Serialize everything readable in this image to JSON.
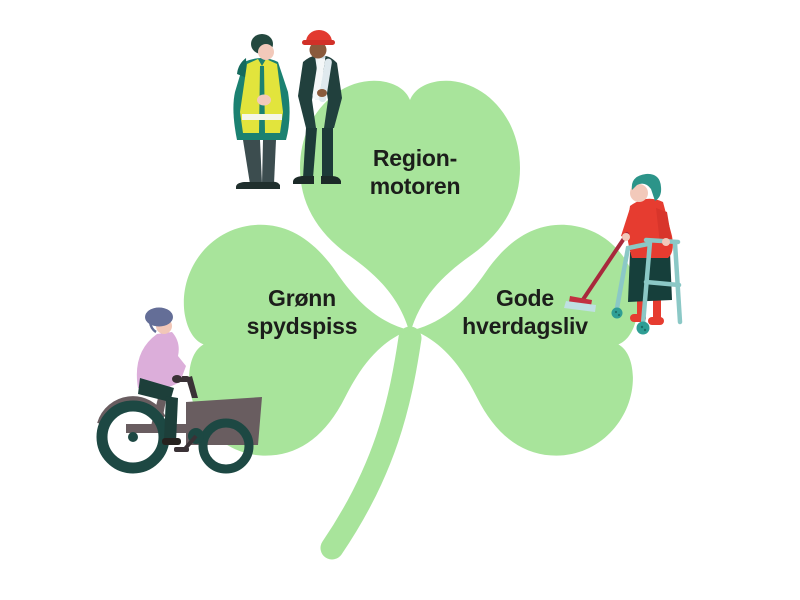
{
  "diagram": {
    "title_hint": "three-leaf clover strategy diagram",
    "background_color": "#ffffff",
    "clover_color": "#a8e49b",
    "text_color": "#1c1e1b",
    "labels": {
      "top": {
        "line1": "Region-",
        "line2": "motoren"
      },
      "left": {
        "line1": "Grønn",
        "line2": "spydspiss"
      },
      "right": {
        "line1": "Gode",
        "line2": "hverdagsliv"
      }
    },
    "illustrations": {
      "workers": {
        "name": "construction-workers-illustration",
        "colors": {
          "jacket": "#1b8171",
          "vest": "#e2e43c",
          "vest_stripe": "#f5f6e8",
          "hardhat": "#e23a30",
          "suit": "#21403d",
          "blueprint_roll": "#f4f7f8",
          "tie": "#9fd6cf",
          "skin_light": "#f2c9ba",
          "skin_dark": "#8a5a3c"
        }
      },
      "cyclist": {
        "name": "cargo-bike-rider-illustration",
        "colors": {
          "sweater": "#dcaeda",
          "helmet": "#646e97",
          "pants": "#1d3f3a",
          "bike_frame": "#695d60",
          "cargo_box": "#695d60",
          "wheels": "#1d4843"
        }
      },
      "senior": {
        "name": "senior-with-walker-illustration",
        "colors": {
          "sweater": "#e63c30",
          "hair": "#2c9489",
          "skirt": "#163f3b",
          "walker": "#8bc8c6",
          "walker_wheels": "#2f9e95",
          "broom_handle": "#a8293c",
          "broom_head": "#bfe0e2"
        }
      }
    }
  }
}
